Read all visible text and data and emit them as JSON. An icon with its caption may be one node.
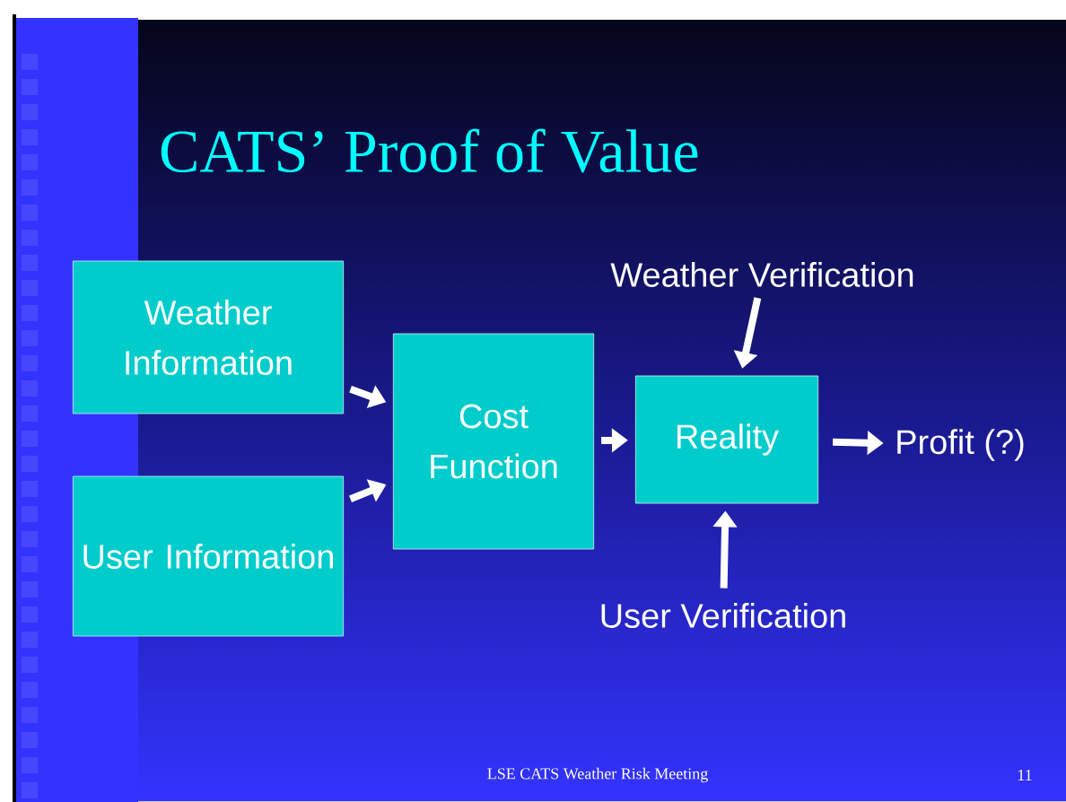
{
  "diagram": {
    "title": "CATS’ Proof of Value",
    "nodes": [
      {
        "text": [
          "Weather Information"
        ]
      },
      {
        "text": [
          "User Information"
        ]
      },
      {
        "text": [
          "Cost Function"
        ]
      },
      {
        "text": [
          "Reality"
        ]
      },
      {
        "text": [
          "Weather Verification"
        ]
      },
      {
        "text": [
          "User Verification"
        ]
      },
      {
        "text": [
          "Profit (?)"
        ]
      }
    ],
    "edges": [
      {
        "from": 0,
        "to": 2,
        "arrow": "to"
      },
      {
        "from": 1,
        "to": 2,
        "arrow": "to"
      },
      {
        "from": 2,
        "to": 3,
        "arrow": "to"
      },
      {
        "from": 4,
        "to": 3,
        "arrow": "to"
      },
      {
        "from": 5,
        "to": 3,
        "arrow": "to"
      },
      {
        "from": 3,
        "to": 6,
        "arrow": "to"
      }
    ],
    "labels": [
      "LSE CATS Weather Risk Meeting",
      "11"
    ]
  }
}
